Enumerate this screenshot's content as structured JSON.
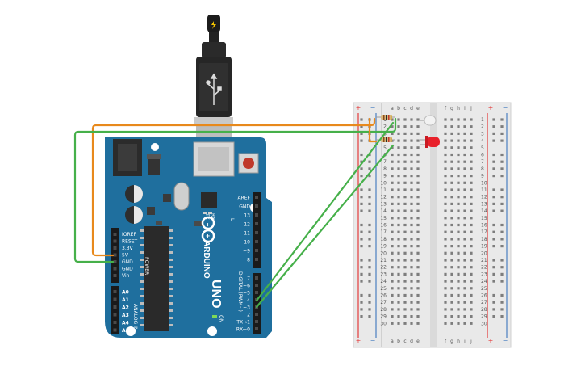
{
  "colors": {
    "board": "#1f6f9e",
    "board_dark": "#17557a",
    "breadboard": "#e9e9e9",
    "wire_orange": "#e8891c",
    "wire_green": "#46b04a",
    "led_red": "#e8202a",
    "rail_red": "#e33b3b",
    "rail_blue": "#4a7fc1"
  },
  "arduino": {
    "brand": "ARDUINO",
    "model": "UNO",
    "header_power_title": "POWER",
    "header_analog_title": "ANALOG IN",
    "header_digital_title": "DIGITAL (PWM~)",
    "on_label": "ON",
    "l_label": "L",
    "tx_label": "TX",
    "rx_label": "RX",
    "power_pins": [
      "IOREF",
      "RESET",
      "3.3V",
      "5V",
      "GND",
      "GND",
      "Vin"
    ],
    "analog_pins": [
      "A0",
      "A1",
      "A2",
      "A3",
      "A4",
      "A5"
    ],
    "digital_top_pins": [
      "AREF",
      "GND",
      "13",
      "12",
      "~11",
      "~10",
      "~9",
      "8"
    ],
    "digital_bottom_pins": [
      "7",
      "~6",
      "~5",
      "4",
      "~3",
      "2",
      "TX→1",
      "RX←0"
    ]
  },
  "breadboard": {
    "plus": "+",
    "minus": "−",
    "cols_left": [
      "a",
      "b",
      "c",
      "d",
      "e"
    ],
    "cols_right": [
      "f",
      "g",
      "h",
      "i",
      "j"
    ],
    "rows": [
      "1",
      "2",
      "3",
      "4",
      "5",
      "6",
      "7",
      "8",
      "9",
      "10",
      "11",
      "12",
      "13",
      "14",
      "15",
      "16",
      "17",
      "18",
      "19",
      "20",
      "21",
      "22",
      "23",
      "24",
      "25",
      "26",
      "27",
      "28",
      "29",
      "30"
    ]
  },
  "usb_icon": "usb-symbol-icon",
  "bolt_icon": "lightning-bolt-icon"
}
